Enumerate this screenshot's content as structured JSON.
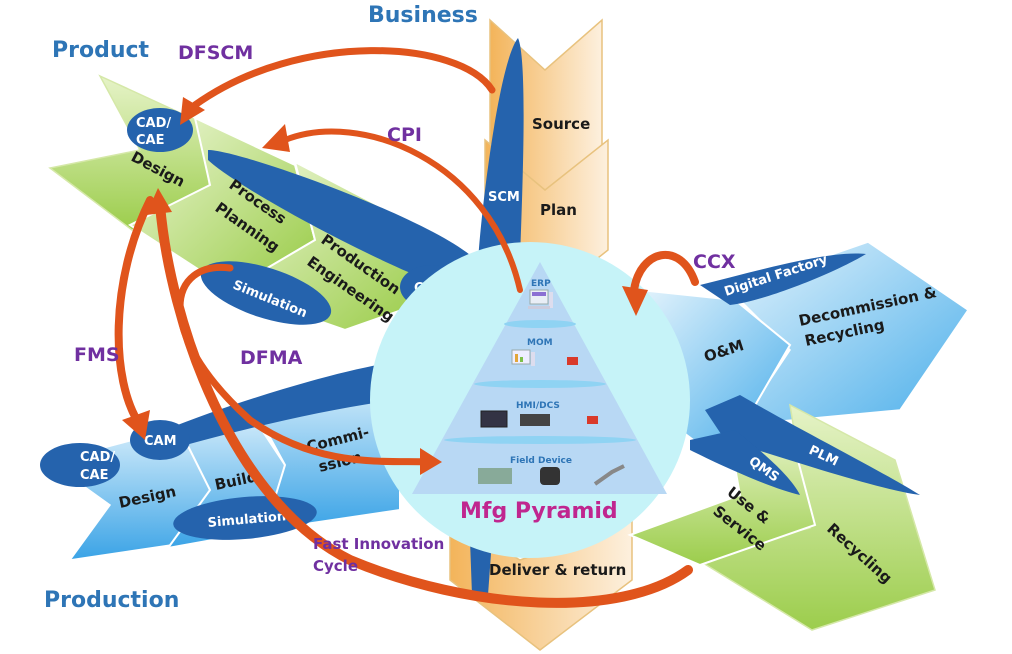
{
  "diagram": {
    "sections": {
      "product": "Product",
      "business": "Business",
      "production": "Production"
    },
    "flows": {
      "dfscm": "DFSCM",
      "cpi": "CPI",
      "ccx": "CCX",
      "fms": "FMS",
      "dfma": "DFMA",
      "fast_innovation_line1": "Fast Innovation",
      "fast_innovation_line2": "Cycle"
    },
    "product_chain": {
      "steps": {
        "design": "Design",
        "process_planning_1": "Process",
        "process_planning_2": "Planning",
        "production_engineering_1": "Production",
        "production_engineering_2": "Engineering"
      },
      "tools": {
        "cad_cae_1": "CAD/",
        "cad_cae_2": "CAE",
        "simulation": "Simulation",
        "cam": "CAM"
      }
    },
    "business_chain": {
      "steps": {
        "source": "Source",
        "plan": "Plan",
        "deliver_return": "Deliver & return"
      },
      "tools": {
        "scm": "SCM"
      }
    },
    "production_chain": {
      "steps": {
        "design": "Design",
        "build": "Build",
        "commission_1": "Commi-",
        "commission_2": "ssion"
      },
      "tools": {
        "cad_cae_1": "CAD/",
        "cad_cae_2": "CAE",
        "cam": "CAM",
        "simulation": "Simulation"
      }
    },
    "operations_chain": {
      "steps": {
        "om": "O&M",
        "decommission_1": "Decommission &",
        "decommission_2": "Recycling"
      },
      "tools": {
        "digital_factory": "Digital Factory"
      }
    },
    "service_chain": {
      "steps": {
        "use_service_1": "Use &",
        "use_service_2": "Service",
        "recycling": "Recycling"
      },
      "tools": {
        "qms": "QMS",
        "plm": "PLM"
      }
    },
    "pyramid": {
      "title": "Mfg Pyramid",
      "levels": [
        "ERP",
        "MOM",
        "HMI/DCS",
        "Field Device"
      ]
    },
    "colors": {
      "section_blue": "#2e75b6",
      "flow_purple": "#7030a0",
      "arrow_orange": "#e0541c",
      "tool_blue": "#2563ad",
      "pyramid_magenta": "#c0268f",
      "circle_cyan": "#c6f3f8",
      "green_chain": "#a9d45a",
      "blue_chain": "#5ab3ea",
      "orange_chain": "#f8cf90"
    }
  }
}
